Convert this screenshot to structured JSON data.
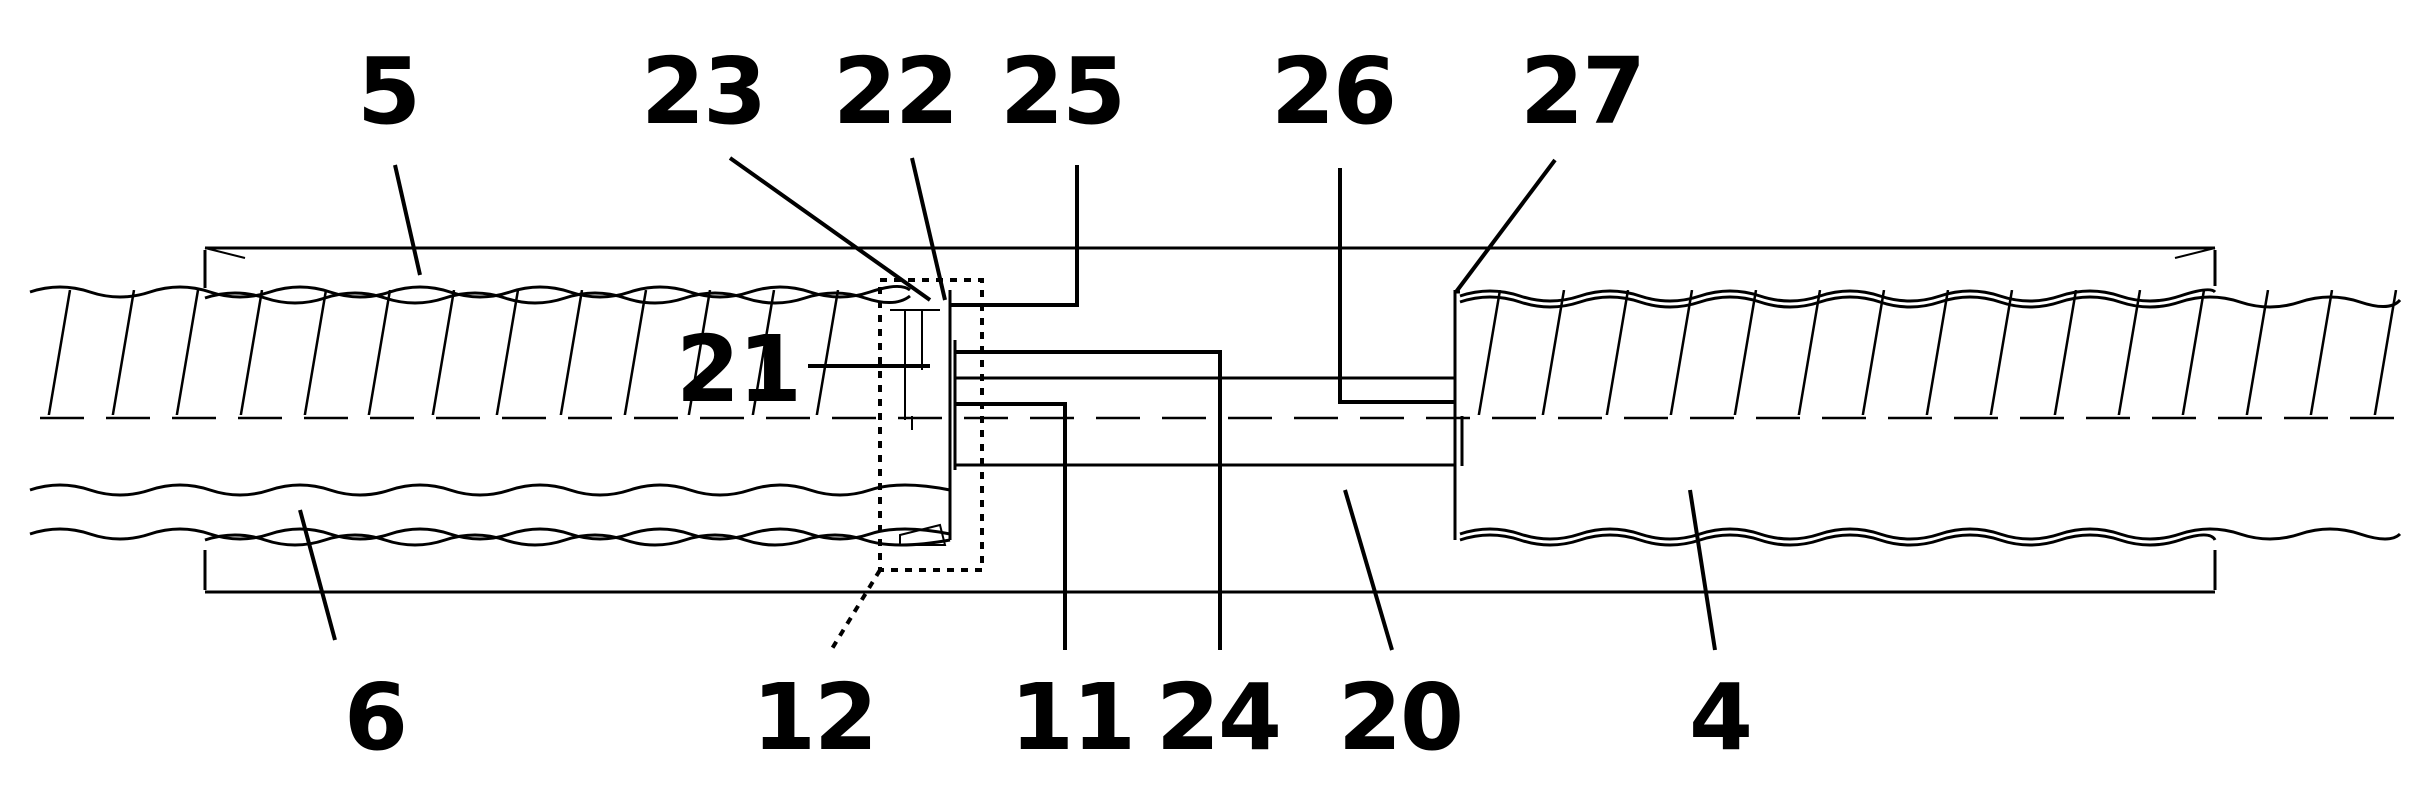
{
  "labels": {
    "l5": "5",
    "l23": "23",
    "l22": "22",
    "l25": "25",
    "l26": "26",
    "l27": "27",
    "l21": "21",
    "l6": "6",
    "l12": "12",
    "l11": "11",
    "l24": "24",
    "l20": "20",
    "l4": "4"
  },
  "colors": {
    "ink": "#000000",
    "background": "#ffffff"
  }
}
